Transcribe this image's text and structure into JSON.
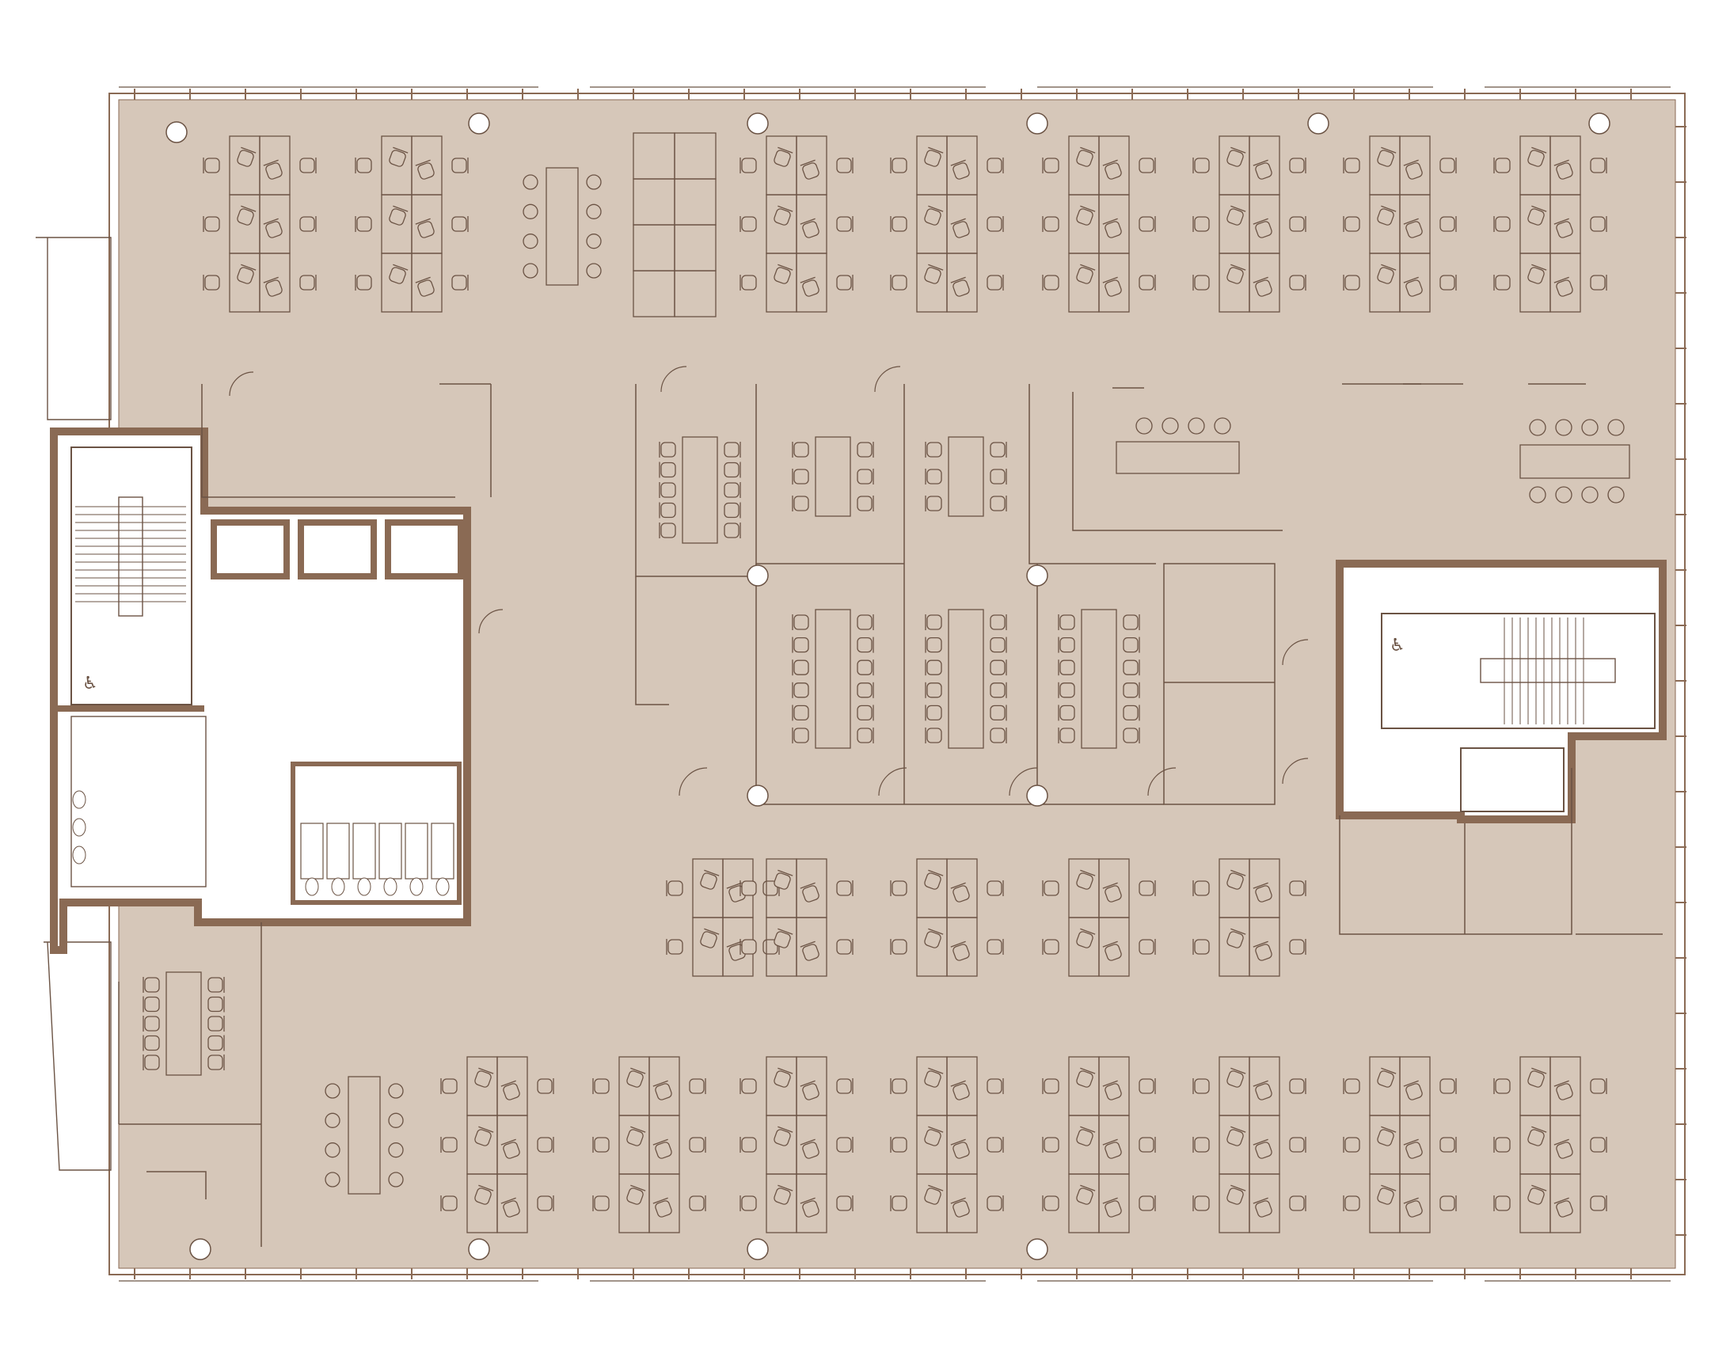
{
  "colors": {
    "background": "#ffffff",
    "floor": "#d6c7b9",
    "line": "#6b5344",
    "wall": "#8a6a54",
    "core": "#ffffff"
  },
  "plan": {
    "icons": [
      "wheelchair-icon",
      "wheelchair-icon"
    ],
    "counts": {
      "workstation_clusters_north": 8,
      "workstation_clusters_middle": 5,
      "workstation_clusters_south": 8,
      "columns": 14
    }
  }
}
